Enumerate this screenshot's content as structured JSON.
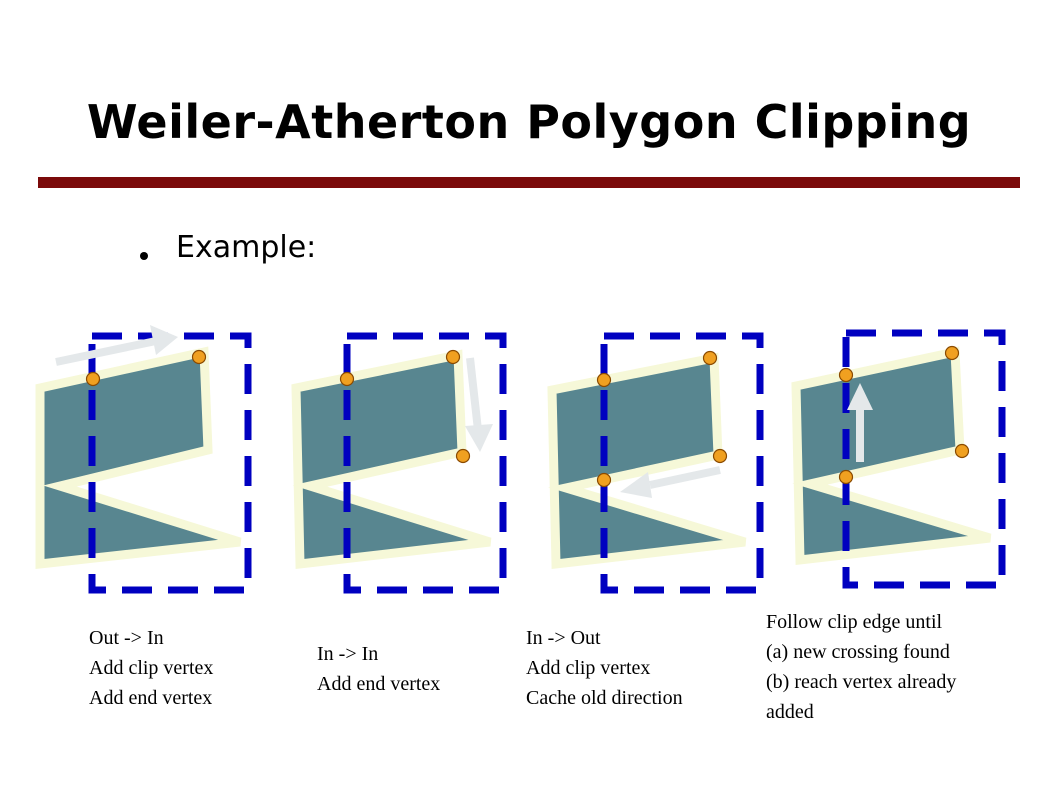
{
  "title": "Weiler-Atherton Polygon Clipping",
  "bullet": "Example:",
  "captions": [
    [
      "Out -> In",
      "Add clip vertex",
      "Add end vertex"
    ],
    [
      "In -> In",
      "Add end vertex"
    ],
    [
      "In -> Out",
      "Add clip vertex",
      "Cache old direction"
    ],
    [
      "Follow clip edge until",
      "(a) new crossing found",
      "(b) reach vertex already",
      "added"
    ]
  ],
  "colors": {
    "rule": "#7b0a0a",
    "clip_window": "#0000c0",
    "polygon_fill": "#588690",
    "polygon_halo": "#f6f8d8",
    "vertex_fill": "#f0a020",
    "arrow": "#e4e8ea"
  }
}
